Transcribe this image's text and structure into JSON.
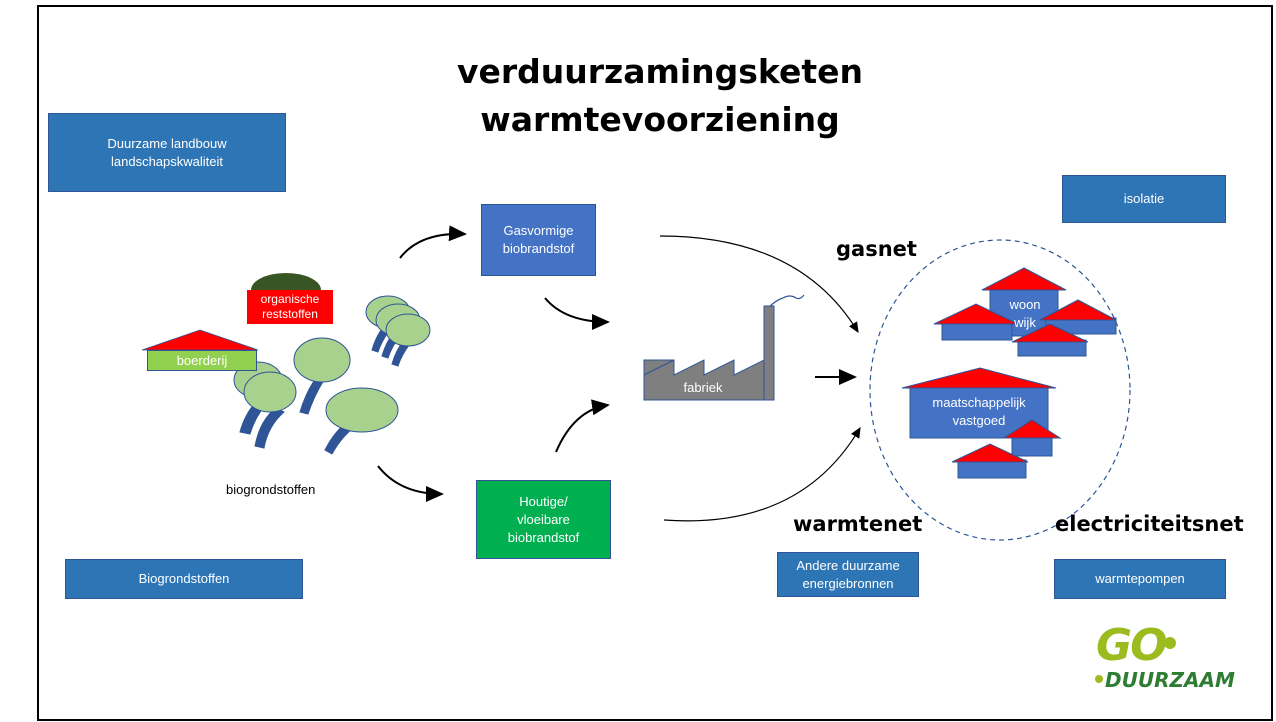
{
  "title_line1": "verduurzamingsketen",
  "title_line2": "warmtevoorziening",
  "boxes": {
    "landbouw": "Duurzame landbouw\nlandschapskwaliteit",
    "isolatie": "isolatie",
    "gasvormig": "Gasvormige\nbiobrandstof",
    "houtig": "Houtige/\nvloeibare\nbiobrandstof",
    "biogrondstoffen_box": "Biogrondstoffen",
    "andere": "Andere duurzame\nenergiebronnen",
    "warmtepompen": "warmtepompen"
  },
  "labels": {
    "gasnet": "gasnet",
    "warmtenet": "warmtenet",
    "electriciteitsnet": "electriciteitsnet",
    "biogrondstoffen_text": "biogrondstoffen",
    "boerderij": "boerderij",
    "organische": "organische\nreststoffen",
    "fabriek": "fabriek",
    "woonwijk": "woon\nwijk",
    "vastgoed": "maatschappelijk\nvastgoed"
  },
  "logo": {
    "main": "GO",
    "sub": "DUURZAAM"
  },
  "colors": {
    "box_blue": "#2e75b6",
    "box_mid": "#4472c4",
    "box_green": "#00b050",
    "roof_red": "#ff0000",
    "tree_green": "#a9d18e",
    "trunk_blue": "#2f5597"
  }
}
